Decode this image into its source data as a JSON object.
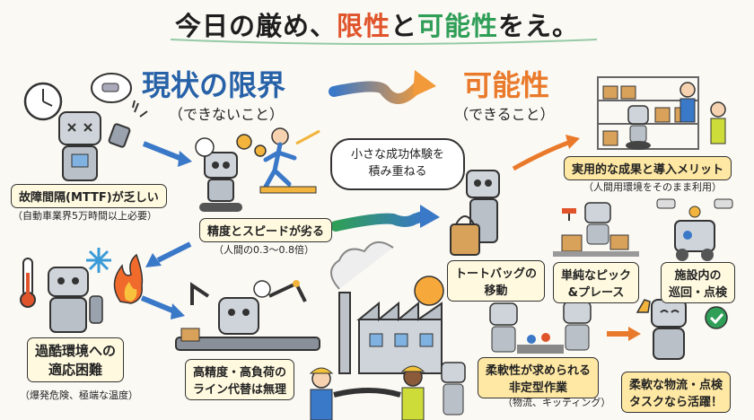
{
  "title": {
    "part1": "今日の厳め、",
    "part2": "限性",
    "part3": "と",
    "part4": "可能性",
    "part5": "をえ。"
  },
  "limits": {
    "heading": "現状の限界",
    "subheading": "（できないこと）",
    "items": [
      {
        "label": "故障間隔(MTTF)が乏しい",
        "note": "（自動車業界5万時間以上必要）"
      },
      {
        "label": "精度とスピードが劣る",
        "note": "（人間の0.3〜0.8倍）"
      },
      {
        "label_line1": "過酷環境への",
        "label_line2": "適応困難",
        "note": "（爆発危険、極端な温度）"
      },
      {
        "label_line1": "高精度・高負荷の",
        "label_line2": "ライン代替は無理"
      }
    ]
  },
  "possibilities": {
    "heading": "可能性",
    "subheading": "（できること）",
    "bubble_line1": "小さな成功体験を",
    "bubble_line2": "積み重ねる",
    "items": [
      {
        "label": "実用的な成果と導入メリット",
        "note": "（人間用環境をそのまま利用）"
      },
      {
        "label_line1": "トートバッグの",
        "label_line2": "移動"
      },
      {
        "label_line1": "単純なピック",
        "label_line2": "&プレース"
      },
      {
        "label_line1": "施設内の",
        "label_line2": "巡回・点検"
      },
      {
        "label_line1": "柔軟性が求められる",
        "label_line2": "非定型作業",
        "note": "（物流、キッティング）"
      },
      {
        "label_line1": "柔軟な物流・点検",
        "label_line2": "タスクなら活躍！"
      }
    ]
  },
  "colors": {
    "blue": "#2762a8",
    "orange": "#e97a2b",
    "green": "#2f9e57",
    "red": "#e0542c",
    "label_bg": "#fff9df"
  }
}
